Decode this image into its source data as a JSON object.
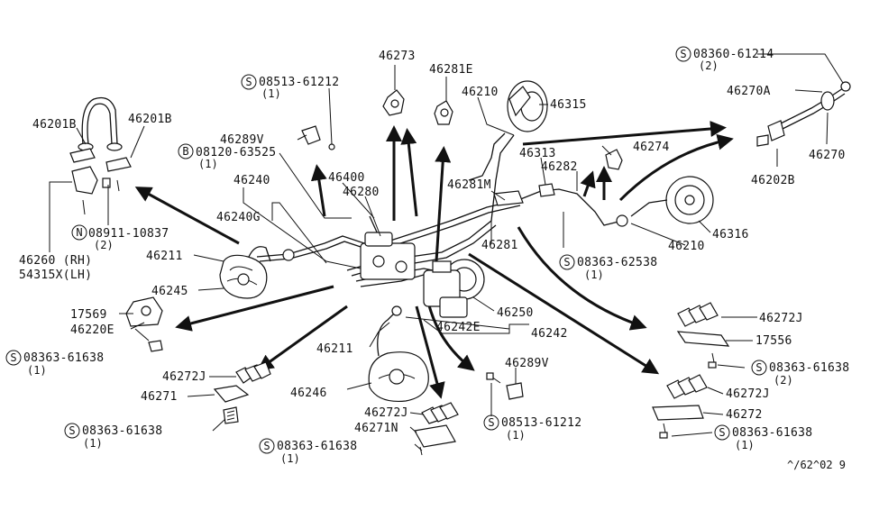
{
  "labels": {
    "l46201b_l": "46201B",
    "l46201b_r": "46201B",
    "l08911": "08911-10837",
    "l08911_q": "(2)",
    "l46260": "46260 (RH)",
    "l54315": "54315X(LH)",
    "l46211_a": "46211",
    "l46245": "46245",
    "l17569": "17569",
    "l46220e": "46220E",
    "l08363_a": "08363-61638",
    "l08363_a_q": "(1)",
    "l46272j_a": "46272J",
    "l46271": "46271",
    "l08363_b": "08363-61638",
    "l08363_b_q": "(1)",
    "l08513_a": "08513-61212",
    "l08513_a_q": "(1)",
    "l46289v_a": "46289V",
    "l08120": "08120-63525",
    "l08120_q": "(1)",
    "l46240": "46240",
    "l46240g": "46240G",
    "l46400": "46400",
    "l46280": "46280",
    "l46273": "46273",
    "l46281e": "46281E",
    "l46210_a": "46210",
    "l46315": "46315",
    "l46313": "46313",
    "l46282": "46282",
    "l46274": "46274",
    "l46281m": "46281M",
    "l46281": "46281",
    "l08363_c": "08363-62538",
    "l08363_c_q": "(1)",
    "l46316": "46316",
    "l46210_b": "46210",
    "l08360": "08360-61214",
    "l08360_q": "(2)",
    "l46270a": "46270A",
    "l46270": "46270",
    "l46202b": "46202B",
    "l46250": "46250",
    "l46242e": "46242E",
    "l46242": "46242",
    "l46211_b": "46211",
    "l46246": "46246",
    "l46289v_b": "46289V",
    "l08513_b": "08513-61212",
    "l08513_b_q": "(1)",
    "l46272j_b": "46272J",
    "l46271n": "46271N",
    "l08363_d": "08363-61638",
    "l08363_d_q": "(1)",
    "l46272j_c": "46272J",
    "l17556": "17556",
    "l08363_e": "08363-61638",
    "l08363_e_q": "(2)",
    "l46272j_d": "46272J",
    "l46272": "46272",
    "l08363_f": "08363-61638",
    "l08363_f_q": "(1)",
    "code": "^/62^02 9"
  },
  "markers": {
    "s": "S",
    "b": "B",
    "n": "N"
  }
}
